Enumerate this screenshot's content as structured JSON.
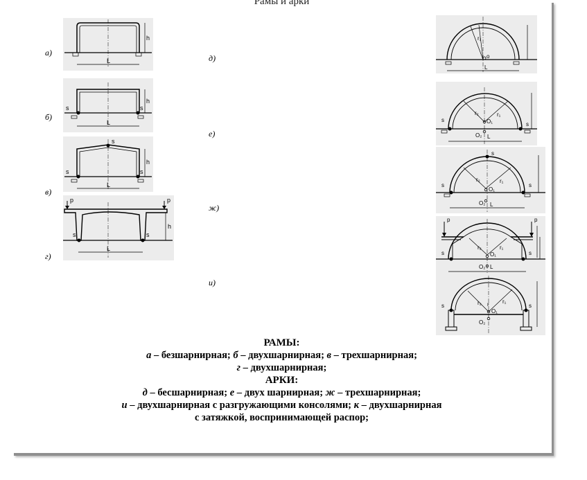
{
  "page_title": "Рамы и арки",
  "figures": {
    "a": {
      "label": "а)",
      "dim_h": "h",
      "dim_L": "L"
    },
    "b": {
      "label": "б)",
      "dim_h": "h",
      "dim_L": "L",
      "hinge_left": "s",
      "hinge_right": "s"
    },
    "v": {
      "label": "в)",
      "dim_h": "h",
      "dim_L": "L",
      "hinge_left": "s",
      "hinge_right": "s",
      "hinge_top": "s"
    },
    "g": {
      "label": "г)",
      "dim_h": "h",
      "dim_L": "L",
      "hinge_left": "s",
      "hinge_right": "s",
      "load_left": "p",
      "load_right": "p"
    },
    "d": {
      "label": "д)",
      "dim_L": "L",
      "radius": "r₁",
      "center": "o"
    },
    "e": {
      "label": "е)",
      "dim_L": "L",
      "hinge_left": "s",
      "hinge_right": "s",
      "r1": "r₁",
      "r2": "r₂",
      "o1": "O₁",
      "o2": "O₂"
    },
    "zh": {
      "label": "ж)",
      "dim_L": "L",
      "hinge_left": "s",
      "hinge_right": "s",
      "hinge_top": "s",
      "r1": "r₁",
      "r2": "r₂",
      "o1": "O₁",
      "o2": "O₂"
    },
    "i": {
      "label": "и)",
      "dim_L": "L",
      "hinge_left": "s",
      "hinge_right": "s",
      "load_left": "p",
      "load_right": "p",
      "r1": "r₁",
      "r2": "r₂",
      "o1": "O₁",
      "o2": "O₂"
    },
    "k": {
      "hinge_left": "s",
      "hinge_right": "s",
      "r1": "r₁",
      "r2": "r₂",
      "r": "r",
      "o1": "O₁",
      "o2": "O₂"
    }
  },
  "caption": {
    "frames_heading": "РАМЫ:",
    "frames_line1": [
      {
        "key": "а",
        "text": " – безшарнирная; "
      },
      {
        "key": "б",
        "text": " – двухшарнирная; "
      },
      {
        "key": "в",
        "text": " – трехшарнирная;"
      }
    ],
    "frames_line2": [
      {
        "key": "г",
        "text": " – двухшарнирная;"
      }
    ],
    "arches_heading": "АРКИ:",
    "arches_line1": [
      {
        "key": "д",
        "text": " – бесшарнирная; "
      },
      {
        "key": "е",
        "text": " – двух шарнирная; "
      },
      {
        "key": "ж",
        "text": " – трехшарнирная;"
      }
    ],
    "arches_line2": [
      {
        "key": "и",
        "text": " – двухшарнирная с разгружающими консолями; "
      },
      {
        "key": "к",
        "text": " – двухшарнирная"
      }
    ],
    "arches_line3": "с затяжкой, воспринимающей распор;"
  }
}
